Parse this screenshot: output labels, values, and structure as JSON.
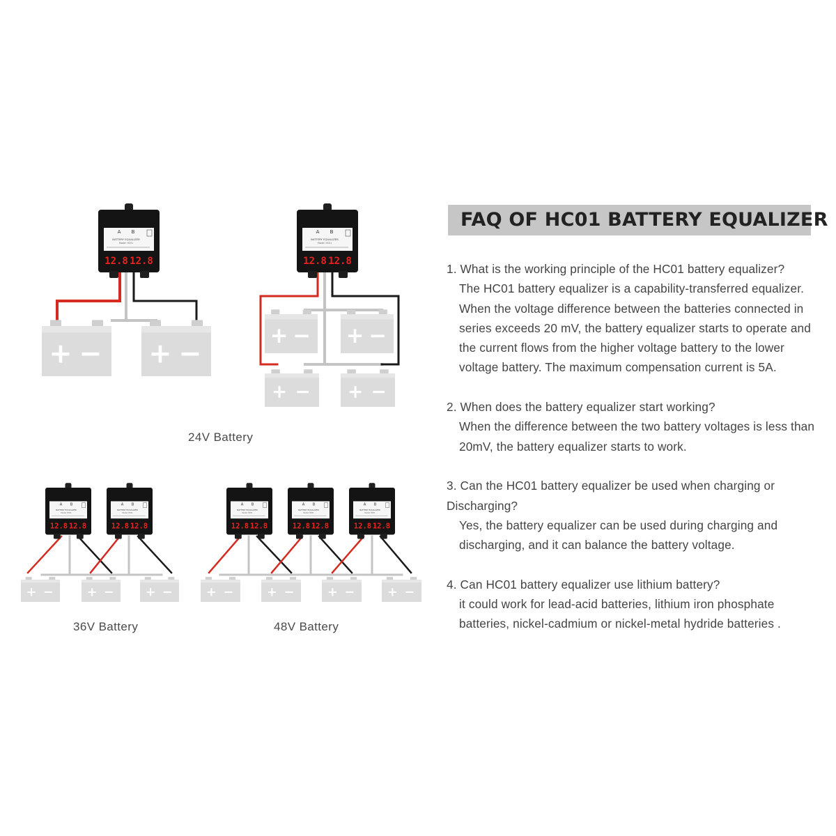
{
  "captions": {
    "v24": "24V Battery",
    "v36": "36V Battery",
    "v48": "48V Battery"
  },
  "device": {
    "label_a": "A",
    "label_b": "B",
    "title": "BATTERY EQUALIZER",
    "model": "Model: HC01",
    "readout": "12.8"
  },
  "battery": {
    "plus": "+",
    "minus": "−"
  },
  "colors": {
    "positive_wire": "#d42a1f",
    "negative_wire": "#1a1a1a",
    "link_wire": "#c4c4c4",
    "battery": "#dcdcdc",
    "device_body": "#141414",
    "led": "#e8231e"
  },
  "faq": {
    "title": "FAQ OF HC01 BATTERY EQUALIZER",
    "items": [
      {
        "question": "1. What is the working principle of the HC01 battery equalizer?",
        "answer": "The HC01 battery equalizer is a capability-transferred equalizer. When the voltage difference between the batteries connected in series exceeds 20 mV, the battery equalizer starts to operate and the current flows from the higher voltage battery to the lower voltage battery. The maximum compensation current is 5A."
      },
      {
        "question": "2. When does the battery equalizer start working?",
        "answer": "When the difference between the two battery voltages is less than 20mV, the battery equalizer starts to work."
      },
      {
        "question": "3. Can the HC01 battery equalizer be used when charging or Discharging?",
        "answer": "Yes, the battery equalizer can be used during charging and discharging, and it can balance the battery voltage."
      },
      {
        "question": "4. Can HC01 battery equalizer use lithium battery?",
        "answer": "it could work for lead-acid batteries, lithium iron phosphate batteries, nickel-cadmium or nickel-metal hydride batteries ."
      }
    ]
  }
}
